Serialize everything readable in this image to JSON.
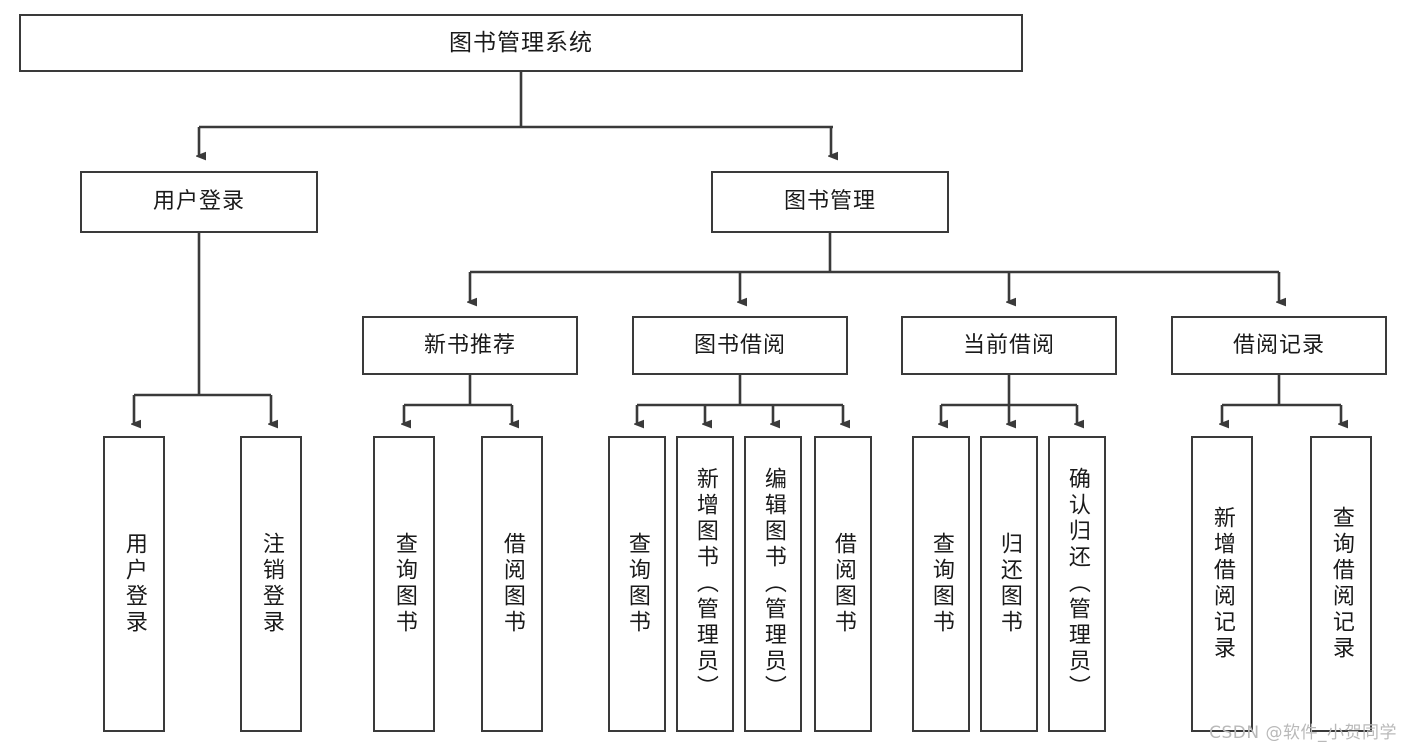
{
  "diagram": {
    "title": "图书管理系统",
    "type": "tree-hierarchy",
    "watermark": "CSDN @软件_小贺同学",
    "colors": {
      "background": "#ffffff",
      "box_border": "#3a3a3a",
      "box_fill": "#ffffff",
      "connector": "#3a3a3a",
      "text": "#1a1a1a",
      "watermark": "#b9b9b9"
    },
    "nodes": {
      "root": {
        "label": "图书管理系统"
      },
      "level1": [
        {
          "id": "user-login",
          "label": "用户登录"
        },
        {
          "id": "book-manage",
          "label": "图书管理"
        }
      ],
      "level2": [
        {
          "id": "new-book-rec",
          "label": "新书推荐"
        },
        {
          "id": "book-borrow",
          "label": "图书借阅"
        },
        {
          "id": "current-borrow",
          "label": "当前借阅"
        },
        {
          "id": "borrow-record",
          "label": "借阅记录"
        }
      ],
      "leaves": {
        "user_login": [
          {
            "id": "leaf-user-login",
            "label": "用户登录"
          },
          {
            "id": "leaf-logout",
            "label": "注销登录"
          }
        ],
        "new_book_rec": [
          {
            "id": "leaf-query-book-1",
            "label": "查询图书"
          },
          {
            "id": "leaf-borrow-book-1",
            "label": "借阅图书"
          }
        ],
        "book_borrow": [
          {
            "id": "leaf-query-book-2",
            "label": "查询图书"
          },
          {
            "id": "leaf-add-book",
            "label": "新增图书（管理员）"
          },
          {
            "id": "leaf-edit-book",
            "label": "编辑图书（管理员）"
          },
          {
            "id": "leaf-borrow-book-2",
            "label": "借阅图书"
          }
        ],
        "current_borrow": [
          {
            "id": "leaf-query-book-3",
            "label": "查询图书"
          },
          {
            "id": "leaf-return-book",
            "label": "归还图书"
          },
          {
            "id": "leaf-confirm-return",
            "label": "确认归还（管理员）"
          }
        ],
        "borrow_record": [
          {
            "id": "leaf-add-record",
            "label": "新增借阅记录"
          },
          {
            "id": "leaf-query-record",
            "label": "查询借阅记录"
          }
        ]
      }
    }
  }
}
